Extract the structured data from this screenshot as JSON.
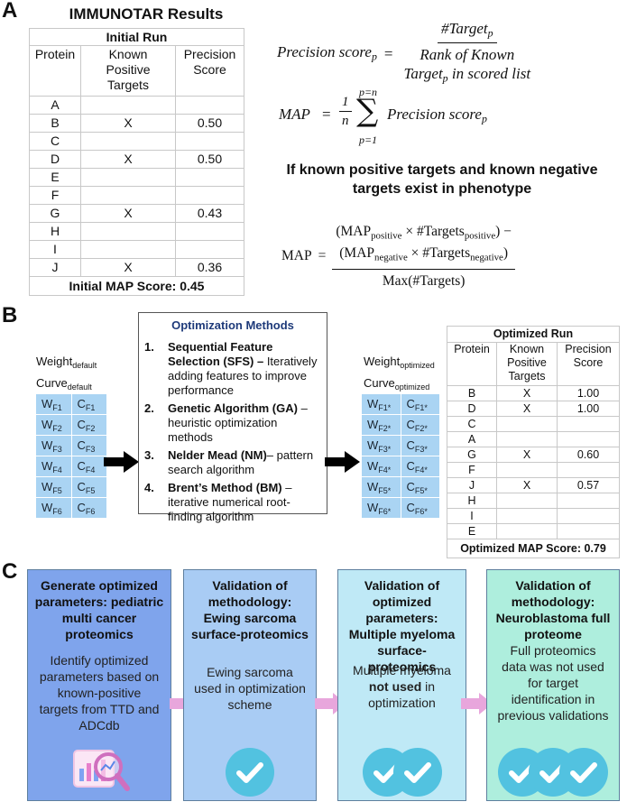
{
  "panel_labels": [
    "A",
    "B",
    "C"
  ],
  "panel_a": {
    "title": "IMMUNOTAR Results",
    "table": {
      "caption": "Initial Run",
      "headers": [
        "Protein",
        "Known\nPositive\nTargets",
        "Precision\nScore"
      ],
      "rows": [
        [
          "A",
          "",
          ""
        ],
        [
          "B",
          "X",
          "0.50"
        ],
        [
          "C",
          "",
          ""
        ],
        [
          "D",
          "X",
          "0.50"
        ],
        [
          "E",
          "",
          ""
        ],
        [
          "F",
          "",
          ""
        ],
        [
          "G",
          "X",
          "0.43"
        ],
        [
          "H",
          "",
          ""
        ],
        [
          "I",
          "",
          ""
        ],
        [
          "J",
          "X",
          "0.36"
        ]
      ],
      "footer": "Initial MAP Score: 0.45"
    },
    "formula1": {
      "lhs": "Precision score",
      "lhs_sub": "p",
      "num": "#Target",
      "num_sub": "p",
      "den_line1": "Rank of Known",
      "den_line2a": "Target",
      "den_line2_sub": "p",
      "den_line2b": " in scored list"
    },
    "formula2": {
      "lhs": "MAP",
      "num": "1",
      "den": "n",
      "sum_upper": "p=n",
      "sum_lower": "p=1",
      "term": "Precision score",
      "term_sub": "p"
    },
    "condition_text": "If known positive targets and known negative targets exist in phenotype",
    "formula3": {
      "lhs": "MAP",
      "num_line1a": "(MAP",
      "num_line1_sub": "positive",
      "num_line1b": " × #Targets",
      "num_line1_sub2": "positive",
      "num_line1c": ") −",
      "num_line2a": "(MAP",
      "num_line2_sub": "negative",
      "num_line2b": " × #Targets",
      "num_line2_sub2": "negative",
      "num_line2c": ")",
      "den": "Max(#Targets)"
    }
  },
  "panel_b": {
    "default": {
      "weight_label": "Weight",
      "weight_sub": "default",
      "curve_label": "Curve",
      "curve_sub": "default",
      "grid": [
        [
          "W",
          "F1",
          "C",
          "F1"
        ],
        [
          "W",
          "F2",
          "C",
          "F2"
        ],
        [
          "W",
          "F3",
          "C",
          "F3"
        ],
        [
          "W",
          "F4",
          "C",
          "F4"
        ],
        [
          "W",
          "F5",
          "C",
          "F5"
        ],
        [
          "W",
          "F6",
          "C",
          "F6"
        ]
      ]
    },
    "methods": {
      "title": "Optimization Methods",
      "items": [
        {
          "num": "1.",
          "bold": "Sequential Feature Selection (SFS) –",
          "rest": " Iteratively adding features to improve performance"
        },
        {
          "num": "2.",
          "bold": "Genetic Algorithm (GA)",
          "rest": " – heuristic optimization methods"
        },
        {
          "num": "3.",
          "bold": "Nelder Mead (NM)",
          "rest": "– pattern search algorithm"
        },
        {
          "num": "4.",
          "bold": "Brent’s Method (BM)",
          "rest": " – iterative numerical root-finding algorithm"
        }
      ]
    },
    "optimized": {
      "weight_label": "Weight",
      "weight_sub": "optimized",
      "curve_label": "Curve",
      "curve_sub": "optimized",
      "grid": [
        [
          "W",
          "F1*",
          "C",
          "F1*"
        ],
        [
          "W",
          "F2*",
          "C",
          "F2*"
        ],
        [
          "W",
          "F3*",
          "C",
          "F3*"
        ],
        [
          "W",
          "F4*",
          "C",
          "F4*"
        ],
        [
          "W",
          "F5*",
          "C",
          "F5*"
        ],
        [
          "W",
          "F6*",
          "C",
          "F6*"
        ]
      ]
    },
    "table": {
      "caption": "Optimized Run",
      "headers": [
        "Protein",
        "Known\nPositive\nTargets",
        "Precision\nScore"
      ],
      "rows": [
        [
          "B",
          "X",
          "1.00"
        ],
        [
          "D",
          "X",
          "1.00"
        ],
        [
          "C",
          "",
          ""
        ],
        [
          "A",
          "",
          ""
        ],
        [
          "G",
          "X",
          "0.60"
        ],
        [
          "F",
          "",
          ""
        ],
        [
          "J",
          "X",
          "0.57"
        ],
        [
          "H",
          "",
          ""
        ],
        [
          "I",
          "",
          ""
        ],
        [
          "E",
          "",
          ""
        ]
      ],
      "footer": "Optimized MAP Score: 0.79"
    }
  },
  "panel_c": {
    "boxes": [
      {
        "title": "Generate optimized parameters: pediatric multi cancer proteomics",
        "desc": "Identify optimized parameters based on known-positive targets from TTD and ADCdb",
        "color": "#7fa4ec",
        "checks": 0
      },
      {
        "title": "Validation of methodology: Ewing sarcoma surface-proteomics",
        "desc": "Ewing sarcoma used in optimization scheme",
        "color": "#a9ccf4",
        "checks": 1
      },
      {
        "title": "Validation of optimized parameters: Multiple myeloma surface-proteomics",
        "desc_a": "Multiple myeloma ",
        "desc_bold": "not used",
        "desc_b": " in optimization",
        "color": "#bfe9f6",
        "checks": 2
      },
      {
        "title": "Validation of methodology: Neuroblastoma full proteome",
        "desc": "Full proteomics data was not used for target identification in previous validations",
        "color": "#aeeedd",
        "checks": 3
      }
    ],
    "check_color": "#52c2e0",
    "arrow_color": "#e8a6dc"
  }
}
